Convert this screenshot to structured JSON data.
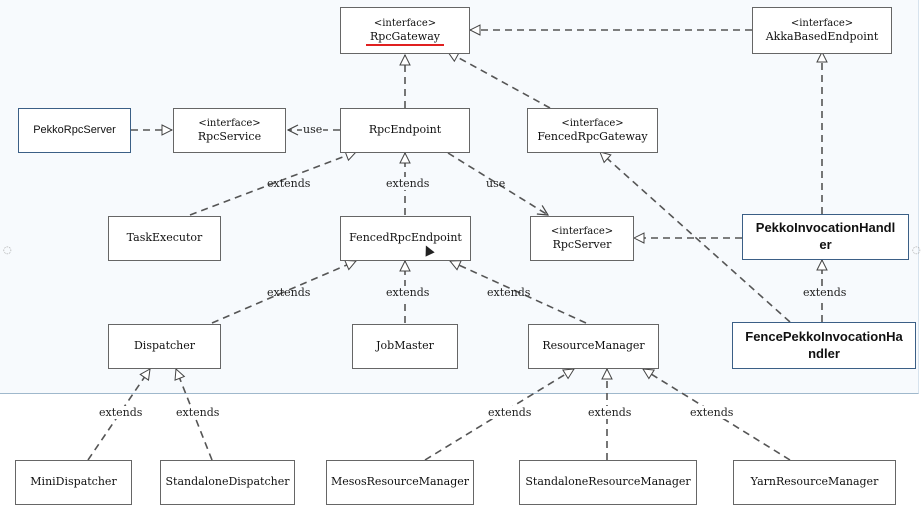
{
  "diagram": {
    "nodes": [
      {
        "id": "rpcgateway",
        "stereotype": "<interface>",
        "name": "RpcGateway"
      },
      {
        "id": "akkabased",
        "stereotype": "<interface>",
        "name": "AkkaBasedEndpoint"
      },
      {
        "id": "pekkorpcserver",
        "stereotype": "",
        "name": "PekkoRpcServer"
      },
      {
        "id": "rpcservice",
        "stereotype": "<interface>",
        "name": "RpcService"
      },
      {
        "id": "rpcendpoint",
        "stereotype": "",
        "name": "RpcEndpoint"
      },
      {
        "id": "fencedrpcgateway",
        "stereotype": "<interface>",
        "name": "FencedRpcGateway"
      },
      {
        "id": "taskexecutor",
        "stereotype": "",
        "name": "TaskExecutor"
      },
      {
        "id": "fencedrpcendpoint",
        "stereotype": "",
        "name": "FencedRpcEndpoint"
      },
      {
        "id": "rpcserver",
        "stereotype": "<interface>",
        "name": "RpcServer"
      },
      {
        "id": "pekkohandler",
        "stereotype": "",
        "name": "PekkoInvocationHandl",
        "name2": "er"
      },
      {
        "id": "dispatcher",
        "stereotype": "",
        "name": "Dispatcher"
      },
      {
        "id": "jobmaster",
        "stereotype": "",
        "name": "JobMaster"
      },
      {
        "id": "resourcemanager",
        "stereotype": "",
        "name": "ResourceManager"
      },
      {
        "id": "fencehandler",
        "stereotype": "",
        "name": "FencePekkoInvocationHa",
        "name2": "ndler"
      },
      {
        "id": "minidispatcher",
        "stereotype": "",
        "name": "MiniDispatcher"
      },
      {
        "id": "standalonedispatcher",
        "stereotype": "",
        "name": "StandaloneDispatcher"
      },
      {
        "id": "mesosrm",
        "stereotype": "",
        "name": "MesosResourceManager"
      },
      {
        "id": "standalonerm",
        "stereotype": "",
        "name": "StandaloneResourceManager"
      },
      {
        "id": "yarnrm",
        "stereotype": "",
        "name": "YarnResourceManager"
      }
    ],
    "edge_labels": {
      "use": "use",
      "extends": "extends"
    },
    "colors": {
      "line": "#555555",
      "highlight_underline": "#e02020",
      "box_border": "#666666",
      "modern_border": "#3b5f86",
      "panel_bg": "#f7fafd"
    }
  }
}
